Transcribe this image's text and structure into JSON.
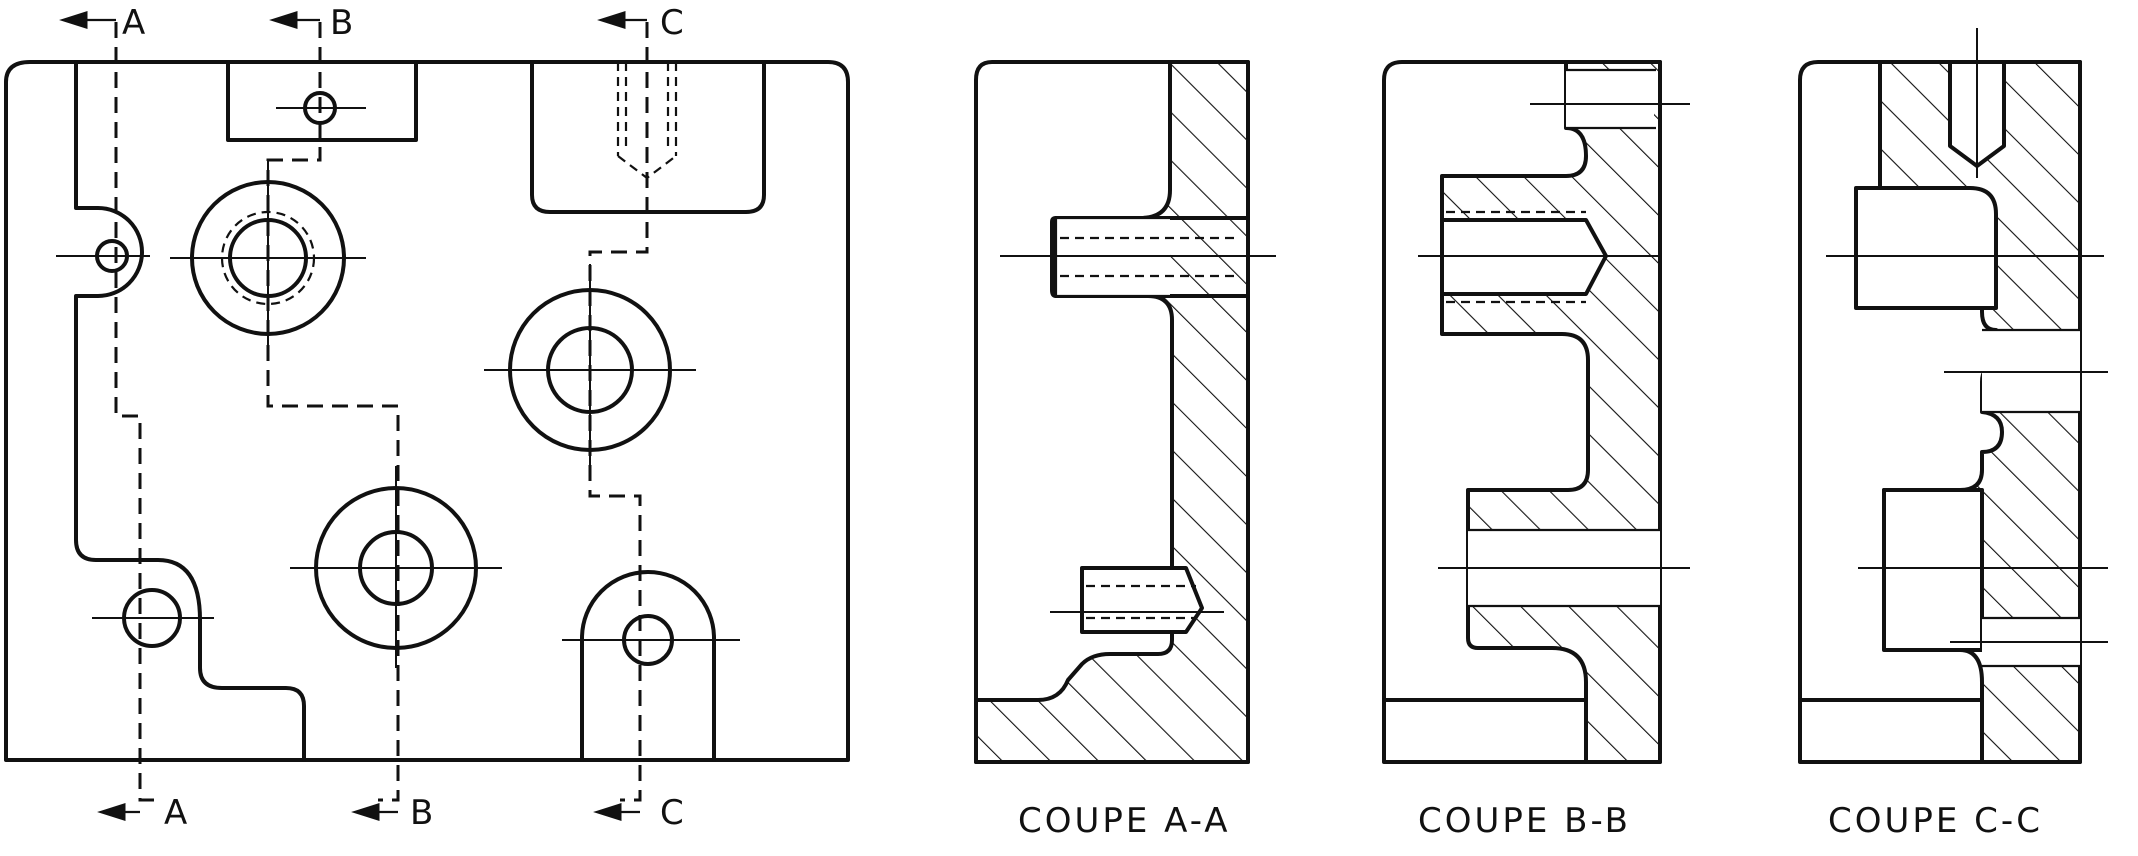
{
  "plan_view": {
    "section_marks": {
      "top_a": "A",
      "top_b": "B",
      "top_c": "C",
      "bottom_a": "A",
      "bottom_b": "B",
      "bottom_c": "C"
    }
  },
  "sections": [
    {
      "caption": "COUPE A-A"
    },
    {
      "caption": "COUPE B-B"
    },
    {
      "caption": "COUPE C-C"
    }
  ]
}
